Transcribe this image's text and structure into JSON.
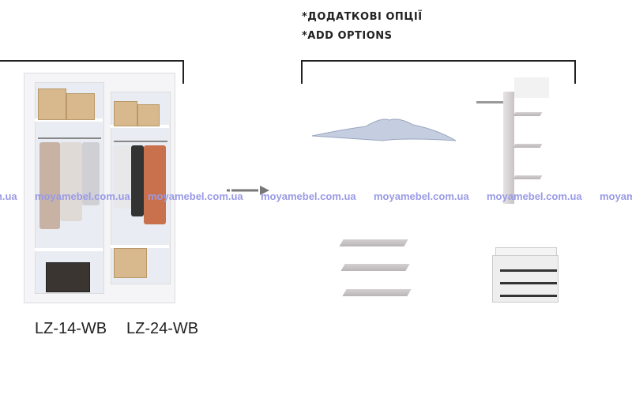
{
  "header": {
    "line_ua": "*ДОДАТКОВІ ОПЦІЇ",
    "line_en": "*ADD OPTIONS"
  },
  "watermark": "moyamebel.com.ua",
  "models": [
    {
      "label": "LZ-14-WB"
    },
    {
      "label": "LZ-24-WB"
    }
  ],
  "colors": {
    "watermark": "#9a9ae6",
    "text": "#222222"
  }
}
